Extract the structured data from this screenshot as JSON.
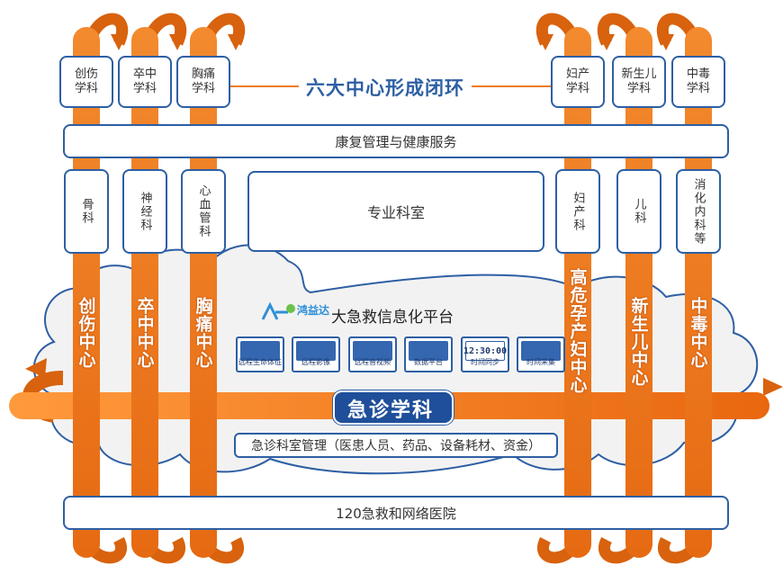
{
  "title": "六大中心形成闭环",
  "disciplines_top": [
    {
      "label": "创伤\n学科"
    },
    {
      "label": "卒中\n学科"
    },
    {
      "label": "胸痛\n学科"
    },
    {
      "label": "妇产\n学科"
    },
    {
      "label": "新生儿\n学科"
    },
    {
      "label": "中毒\n学科"
    }
  ],
  "rehab_bar": "康复管理与健康服务",
  "specialty_depts": [
    "骨科",
    "神经科",
    "心血管科",
    "妇产科",
    "儿科",
    "消化内科等"
  ],
  "specialty_room": "专业科室",
  "centers": [
    "创伤中心",
    "卒中中心",
    "胸痛中心",
    "高危孕产妇中心",
    "新生儿中心",
    "中毒中心"
  ],
  "platform": {
    "logo_text": "鸿益达",
    "title": "大急救信息化平台",
    "tiles": [
      {
        "label": "远程生命体征",
        "icon": "vital-signs-icon"
      },
      {
        "label": "远程影像",
        "icon": "head-scan-icon"
      },
      {
        "label": "远程音视频",
        "icon": "video-grid-icon"
      },
      {
        "label": "数据平台",
        "icon": "database-icon"
      },
      {
        "label": "时间同步",
        "icon": "clock-display-icon",
        "display": "12:30:00"
      },
      {
        "label": "时间采集",
        "icon": "band-icon"
      }
    ]
  },
  "emergency_label": "急诊学科",
  "emergency_mgmt": "急诊科室管理（医患人员、药品、设备耗材、资金）",
  "bottom_bar": "120急救和网络医院",
  "colors": {
    "orange": "#f07b1c",
    "orange_dark": "#d8620e",
    "blue": "#2e5fa3",
    "cloud": "#f2f2f2",
    "cloud_stroke": "#2e5fa3"
  }
}
